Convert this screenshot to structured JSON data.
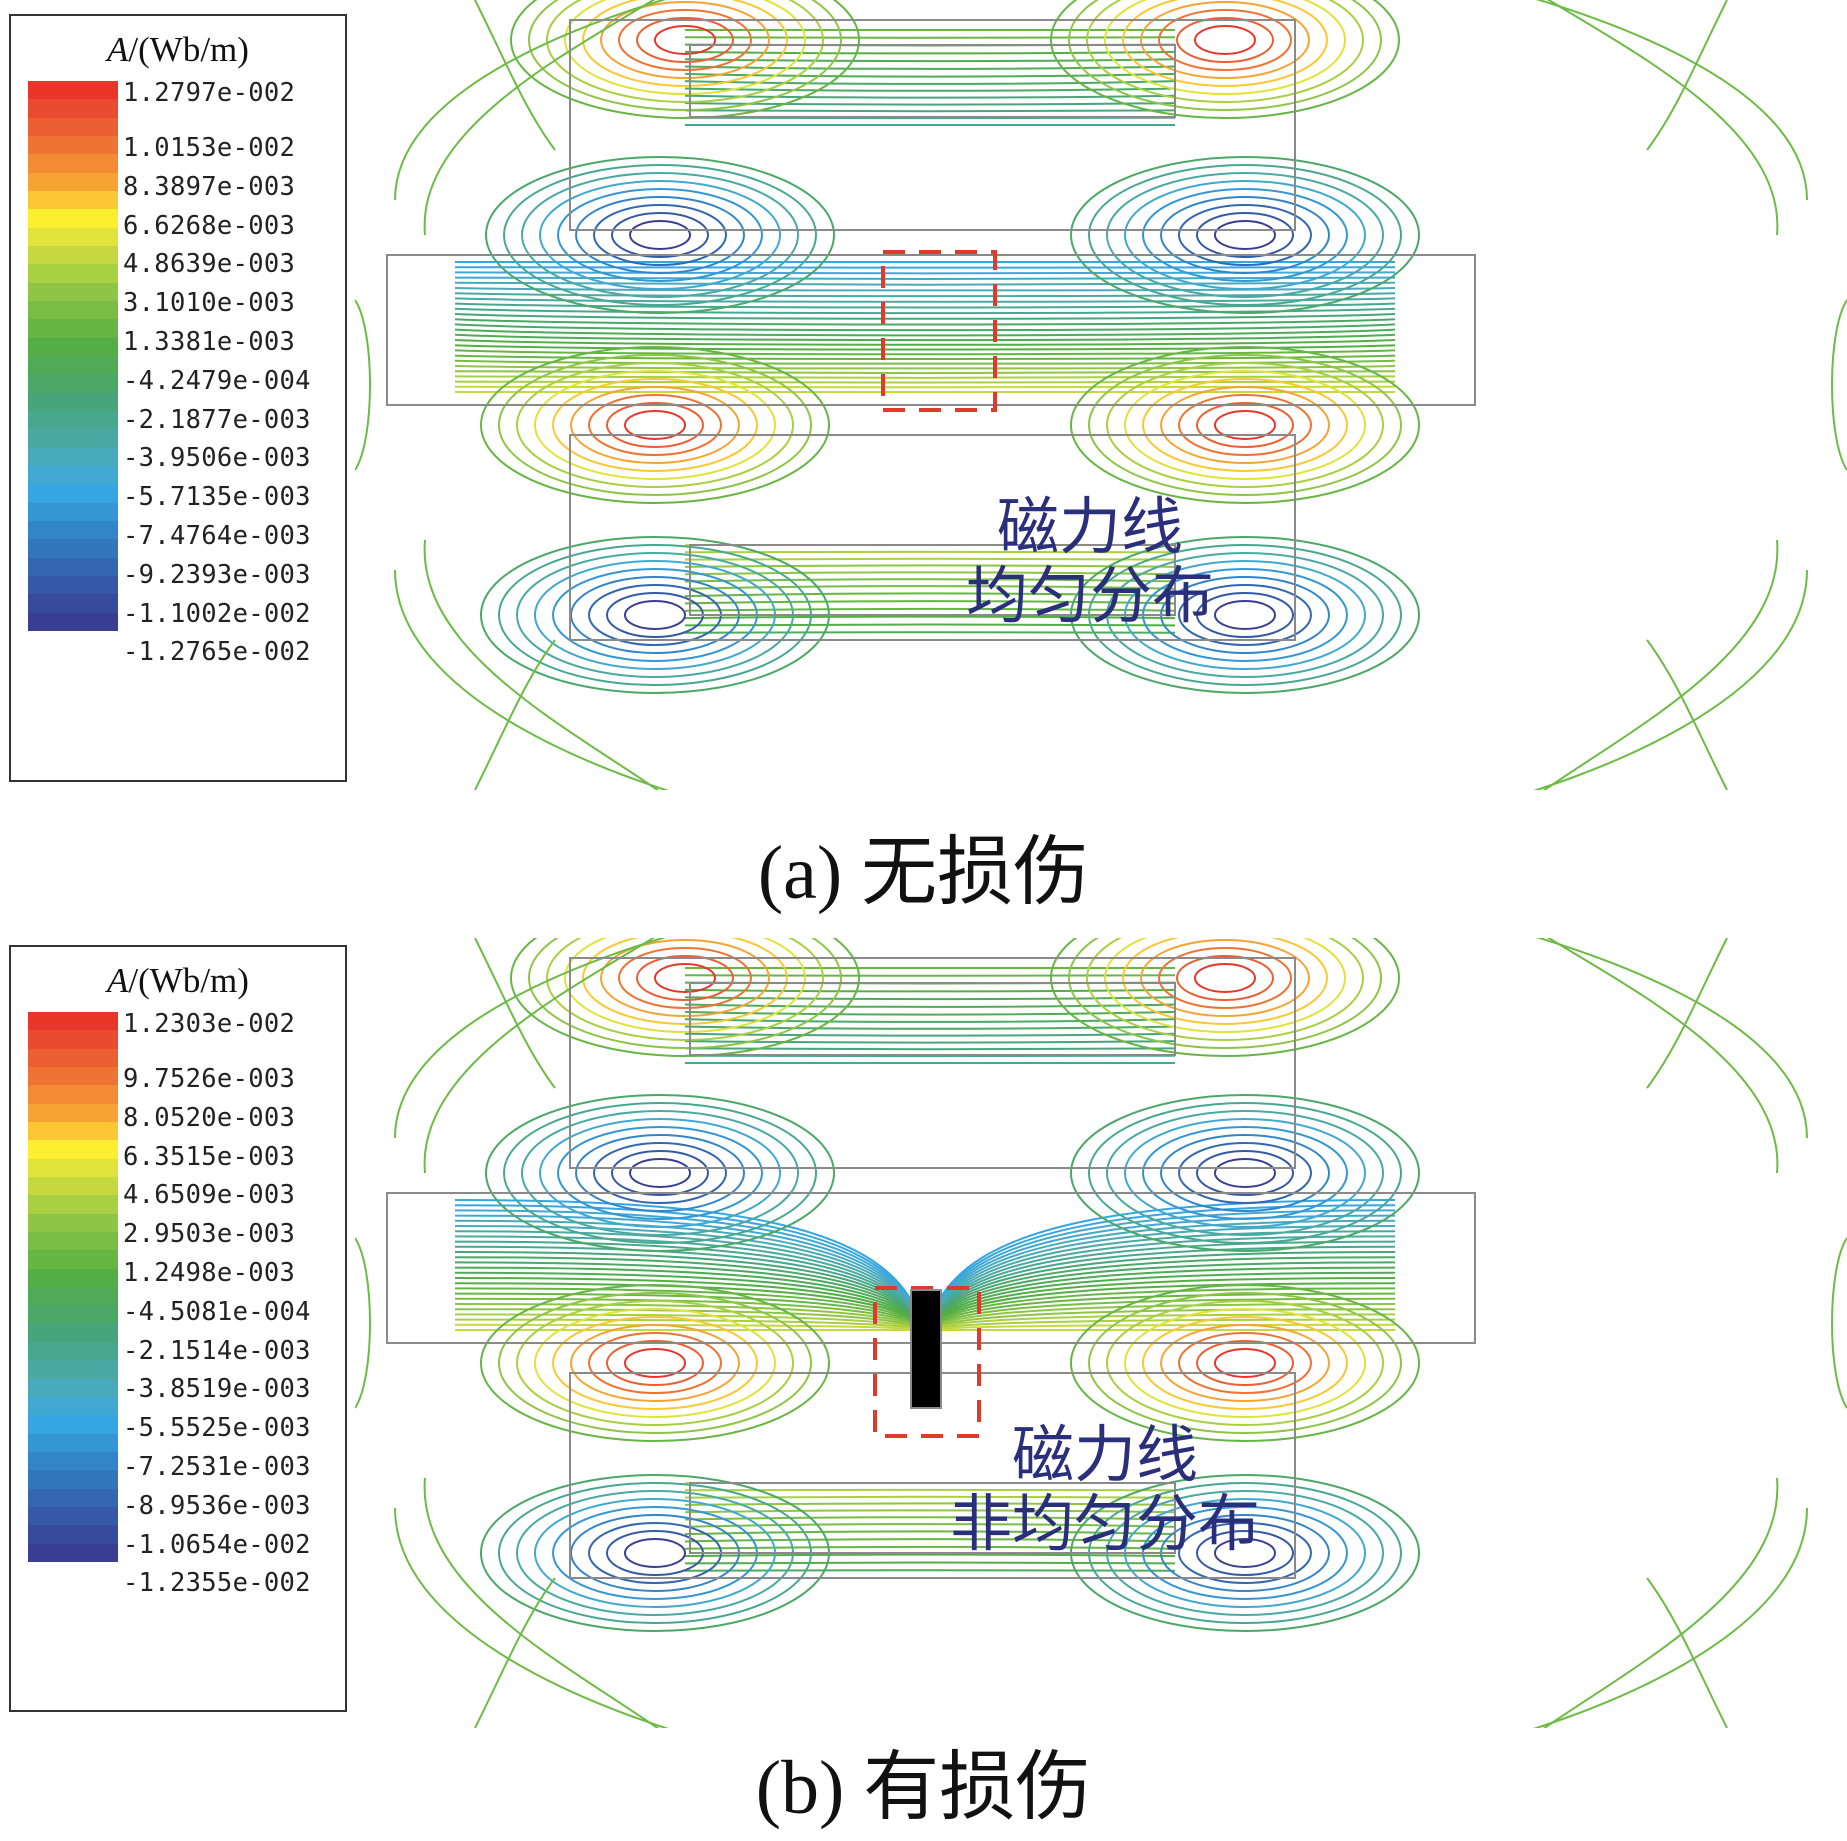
{
  "panels": [
    {
      "id": "a",
      "legend_title_var": "A",
      "legend_title_unit": "/(Wb/m)",
      "ticks": [
        "1.2797e-002",
        "1.0153e-002",
        "8.3897e-003",
        "6.6268e-003",
        "4.8639e-003",
        "3.1010e-003",
        "1.3381e-003",
        "-4.2479e-004",
        "-2.1877e-003",
        "-3.9506e-003",
        "-5.7135e-003",
        "-7.4764e-003",
        "-9.2393e-003",
        "-1.1002e-002",
        "-1.2765e-002"
      ],
      "annotation_line1": "磁力线",
      "annotation_line2": "均匀分布",
      "caption": "(a)  无损伤",
      "damaged": false
    },
    {
      "id": "b",
      "legend_title_var": "A",
      "legend_title_unit": "/(Wb/m)",
      "ticks": [
        "1.2303e-002",
        "9.7526e-003",
        "8.0520e-003",
        "6.3515e-003",
        "4.6509e-003",
        "2.9503e-003",
        "1.2498e-003",
        "-4.5081e-004",
        "-2.1514e-003",
        "-3.8519e-003",
        "-5.5525e-003",
        "-7.2531e-003",
        "-8.9536e-003",
        "-1.0654e-002",
        "-1.2355e-002"
      ],
      "annotation_line1": "磁力线",
      "annotation_line2": "非均匀分布",
      "caption": "(b)  有损伤",
      "damaged": true
    }
  ],
  "colors": {
    "palette": [
      "#e8362b",
      "#ea4a2f",
      "#ec5f33",
      "#ef7434",
      "#f28b33",
      "#f6a334",
      "#fbc734",
      "#fcef2f",
      "#dfe33a",
      "#c5d93e",
      "#a9cf42",
      "#8ec545",
      "#79bd44",
      "#67b644",
      "#55ae45",
      "#4fab55",
      "#4ba867",
      "#48a57b",
      "#48a88f",
      "#4aa9a3",
      "#48aabb",
      "#41a9d1",
      "#36a6e2",
      "#3596d6",
      "#3285c8",
      "#3276bb",
      "#3368b1",
      "#3559a6",
      "#384a9c",
      "#3a3e93"
    ],
    "annotation_text": "#2a2f7c",
    "damage_box": "#e03a2a",
    "geometry_outline": "#8a8a8a"
  }
}
